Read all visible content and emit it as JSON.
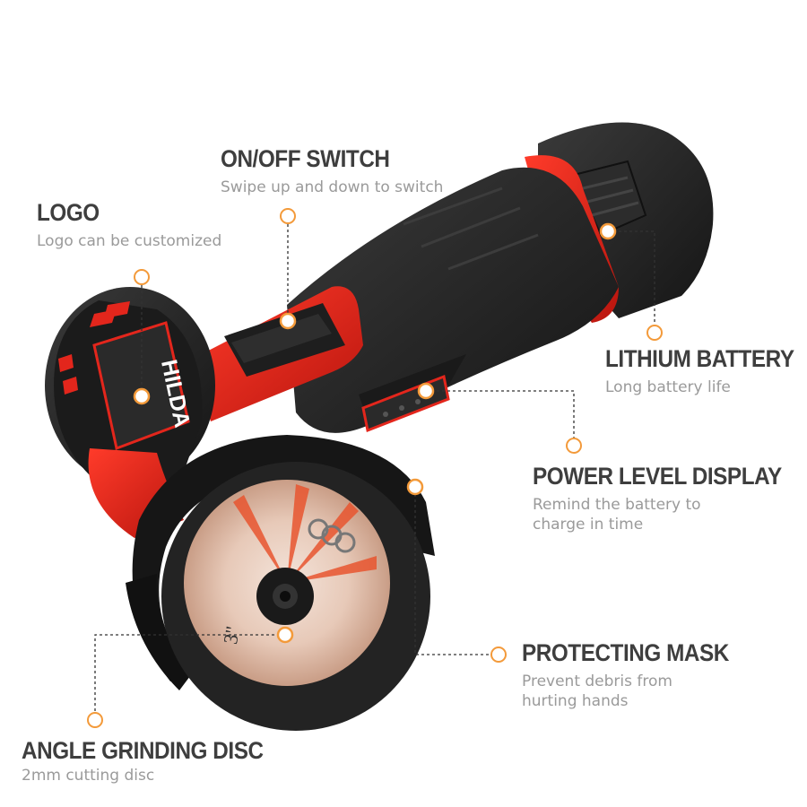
{
  "logo_text": "HILDA",
  "disc_marking": "3\"",
  "callouts": {
    "onoff": {
      "title": "ON/OFF SWITCH",
      "desc": [
        "Swipe up and down to switch"
      ]
    },
    "logo": {
      "title": "LOGO",
      "desc": [
        "Logo can be customized"
      ]
    },
    "battery": {
      "title": "LITHIUM BATTERY",
      "desc": [
        "Long battery life"
      ]
    },
    "power": {
      "title": "POWER LEVEL DISPLAY",
      "desc": [
        "Remind the battery to",
        "charge in time"
      ]
    },
    "mask": {
      "title": "PROTECTING MASK",
      "desc": [
        "Prevent debris from",
        "hurting hands"
      ]
    },
    "disc": {
      "title": "ANGLE GRINDING DISC",
      "desc": [
        "2mm cutting disc"
      ]
    }
  },
  "colors": {
    "accent_orange": "#f39a3a",
    "tool_red": "#e3261c",
    "tool_black": "#222222",
    "title_gray": "#3e3e3e",
    "desc_gray": "#9a9a9a"
  }
}
